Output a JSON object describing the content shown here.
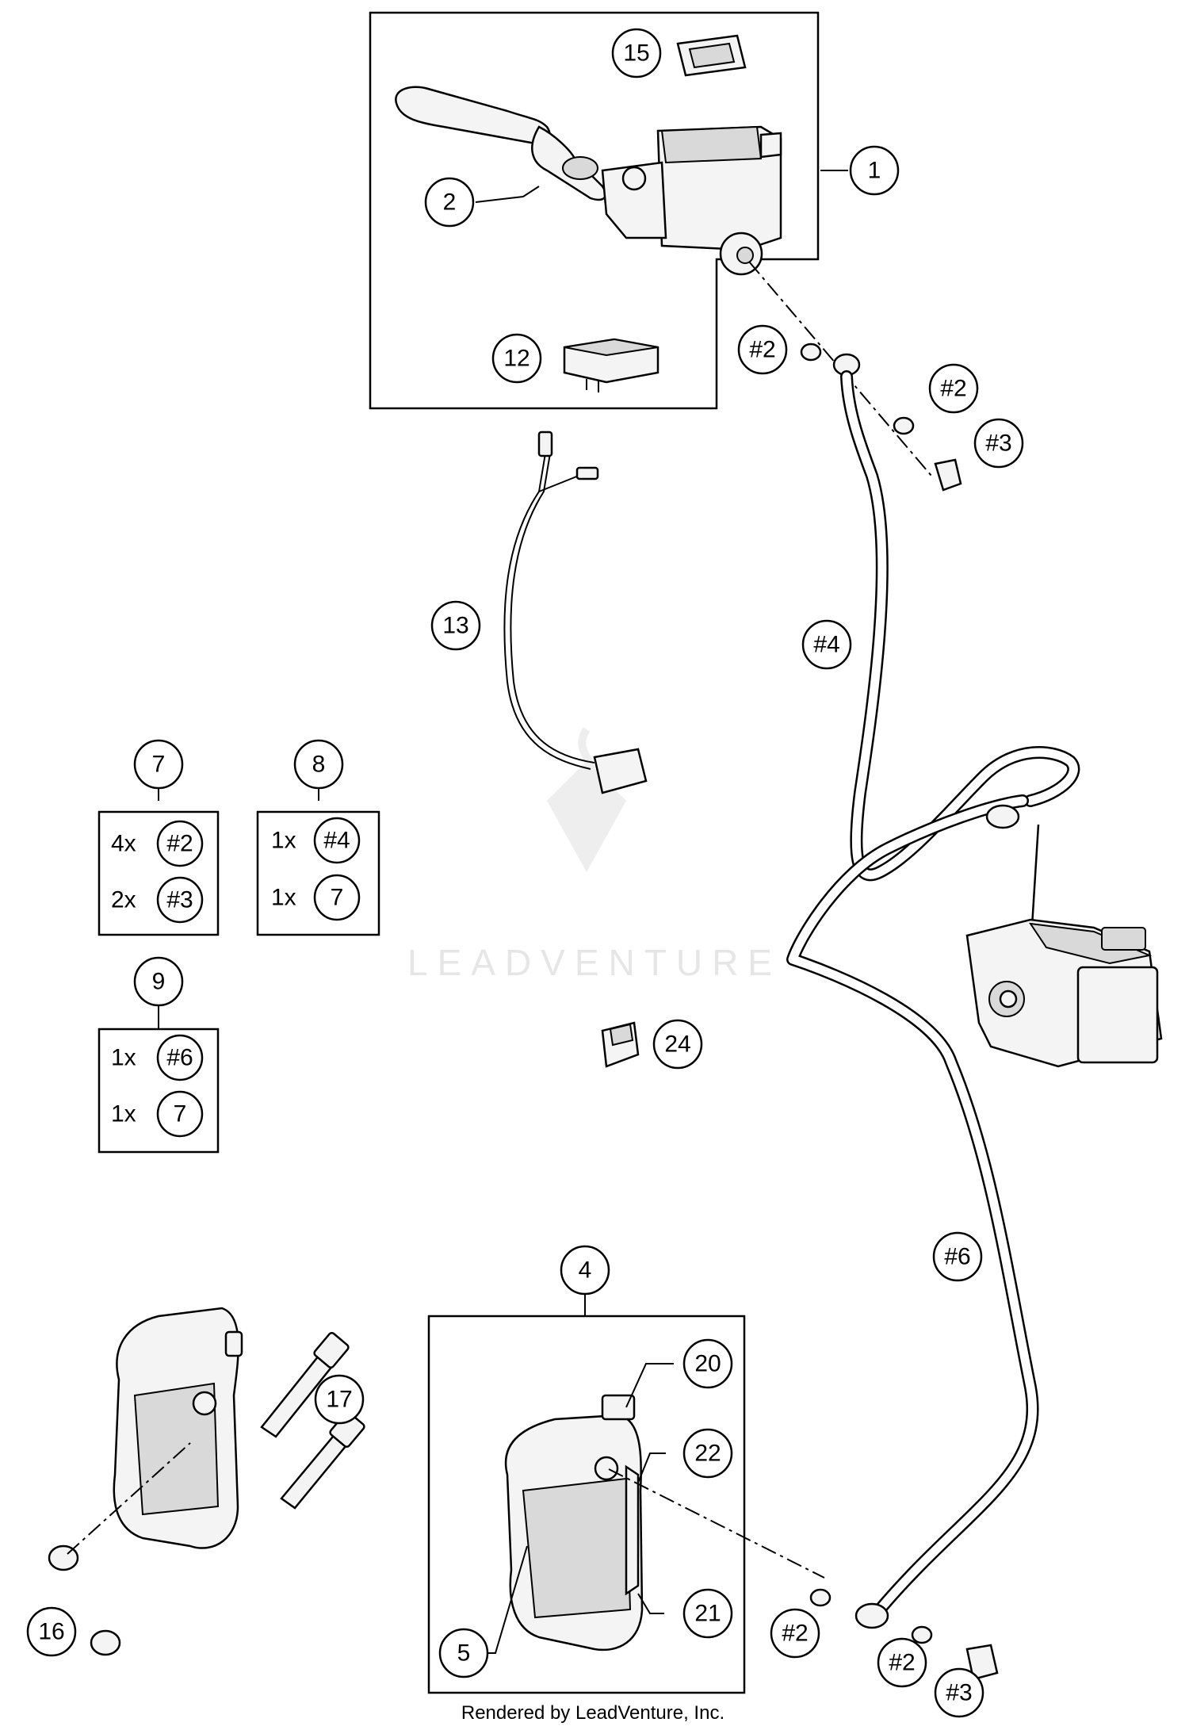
{
  "callouts": {
    "c1": "1",
    "c2": "2",
    "c4": "4",
    "c5": "5",
    "c7": "7",
    "c8": "8",
    "c9": "9",
    "c12": "12",
    "c13": "13",
    "c15": "15",
    "c16": "16",
    "c17": "17",
    "c20": "20",
    "c21": "21",
    "c22": "22",
    "c24": "24",
    "h2a": "#2",
    "h2b": "#2",
    "h3a": "#3",
    "h4": "#4",
    "h6": "#6",
    "h2c": "#2",
    "h2d": "#2",
    "h3b": "#3"
  },
  "kits": {
    "k7": {
      "r1_qty": "4x",
      "r1_ref": "#2",
      "r2_qty": "2x",
      "r2_ref": "#3"
    },
    "k8": {
      "r1_qty": "1x",
      "r1_ref": "#4",
      "r2_qty": "1x",
      "r2_ref": "7"
    },
    "k9": {
      "r1_qty": "1x",
      "r1_ref": "#6",
      "r2_qty": "1x",
      "r2_ref": "7"
    }
  },
  "watermark": "LEADVENTURE",
  "footer": "Rendered by LeadVenture, Inc."
}
